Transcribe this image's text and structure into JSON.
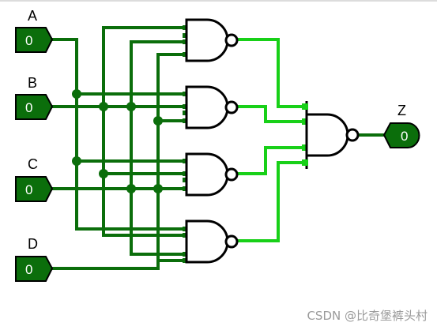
{
  "inputs": [
    {
      "label": "A",
      "value": "0"
    },
    {
      "label": "B",
      "value": "0"
    },
    {
      "label": "C",
      "value": "0"
    },
    {
      "label": "D",
      "value": "0"
    }
  ],
  "output": {
    "label": "Z",
    "value": "0"
  },
  "watermark": "CSDN @比奇堡裤头村",
  "colors": {
    "wire_low": "#0b6e0b",
    "wire_high": "#18d018",
    "pin_fill": "#0b6e0b",
    "gate_stroke": "#000000"
  }
}
